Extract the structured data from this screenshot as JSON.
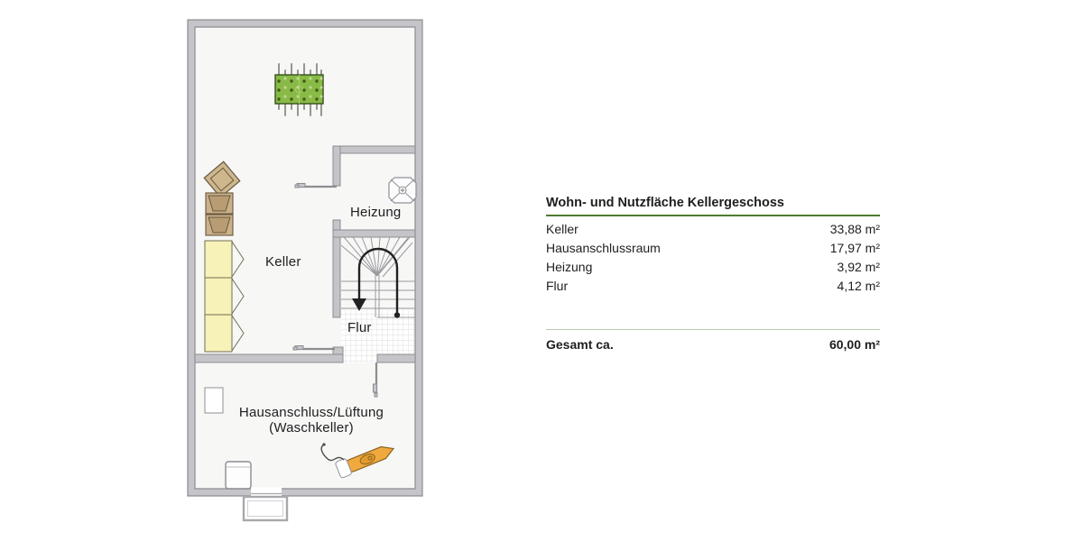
{
  "colors": {
    "accent_green": "#4e7b31",
    "divider_light_green": "#b9c8aa",
    "wall_gray": "#c5c5c9",
    "wall_edge_gray": "#8d8d91",
    "room_fill": "#f7f7f6",
    "foosball_green": "#88bb46",
    "furniture_tan": "#cbb189",
    "cabinet_yellow": "#f7f2b8",
    "ironing_board_orange": "#f0a93f",
    "text_dark": "#1e1e1e"
  },
  "floorplan": {
    "rooms": {
      "keller": {
        "label": "Keller"
      },
      "heizung": {
        "label": "Heizung"
      },
      "flur": {
        "label": "Flur"
      },
      "hausanschluss": {
        "label_line1": "Hausanschluss/Lüftung",
        "label_line2": "(Waschkeller)"
      }
    },
    "icons": {
      "foosball_table": "foosball-table-icon",
      "lounge_chair": "lounge-chair-icon",
      "armchairs": "armchair-icon",
      "shelves": "shelf-cabinet-icon",
      "boiler": "boiler-icon",
      "stairs": "staircase-icon",
      "walking_line": "walking-line-arrow-icon",
      "fuse_box": "fuse-box-icon",
      "washing_machine": "washing-machine-icon",
      "ironing_board": "ironing-board-icon",
      "entrance_steps": "entrance-steps-icon",
      "doors": "door-leaf-icon"
    }
  },
  "area_table": {
    "title": "Wohn- und Nutzfläche Kellergeschoss",
    "rows": [
      {
        "label": "Keller",
        "value": "33,88 m²"
      },
      {
        "label": "Hausanschlussraum",
        "value": "17,97 m²"
      },
      {
        "label": "Heizung",
        "value": "3,92 m²"
      },
      {
        "label": "Flur",
        "value": "4,12 m²"
      }
    ],
    "total": {
      "label": "Gesamt ca.",
      "value": "60,00 m²"
    }
  }
}
